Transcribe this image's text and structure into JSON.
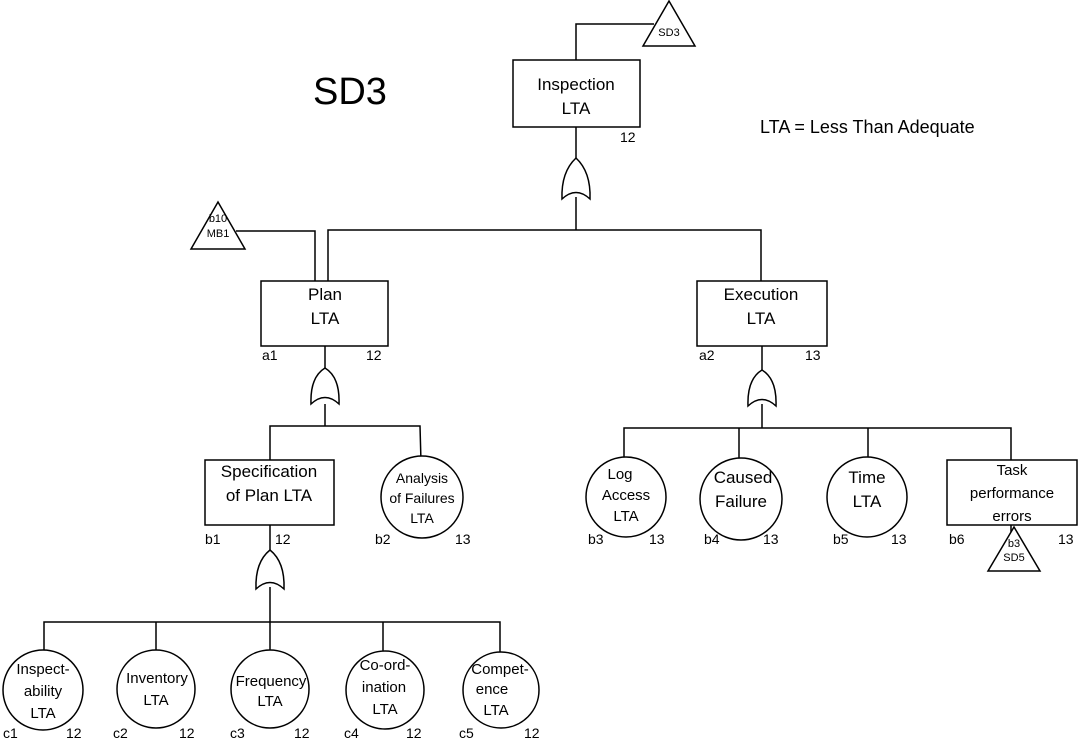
{
  "title": "SD3",
  "legend": "LTA = Less Than Adequate",
  "nodes": {
    "top": {
      "lines": [
        "Inspection",
        "LTA"
      ],
      "num": "12",
      "ref": "SD3"
    },
    "plan": {
      "lines": [
        "Plan",
        "LTA"
      ],
      "id": "a1",
      "num": "12",
      "ref_lines": [
        "b10",
        "MB1"
      ]
    },
    "execution": {
      "lines": [
        "Execution",
        "LTA"
      ],
      "id": "a2",
      "num": "13"
    },
    "spec": {
      "lines": [
        "Specification",
        "of Plan LTA"
      ],
      "id": "b1",
      "num": "12"
    },
    "analysis": {
      "lines": [
        "Analysis",
        "of Failures",
        "LTA"
      ],
      "id": "b2",
      "num": "13"
    },
    "log": {
      "lines": [
        "Log",
        "Access",
        "LTA"
      ],
      "id": "b3",
      "num": "13"
    },
    "caused": {
      "lines": [
        "Caused",
        "Failure"
      ],
      "id": "b4",
      "num": "13"
    },
    "time": {
      "lines": [
        "Time",
        "LTA"
      ],
      "id": "b5",
      "num": "13"
    },
    "task": {
      "lines": [
        "Task",
        "performance",
        "errors"
      ],
      "id": "b6",
      "num": "13",
      "ref_lines": [
        "b3",
        "SD5"
      ]
    },
    "inspect": {
      "lines": [
        "Inspect-",
        "ability",
        "LTA"
      ],
      "id": "c1",
      "num": "12"
    },
    "inventory": {
      "lines": [
        "Inventory",
        "LTA"
      ],
      "id": "c2",
      "num": "12"
    },
    "frequency": {
      "lines": [
        "Frequency",
        "LTA"
      ],
      "id": "c3",
      "num": "12"
    },
    "coord": {
      "lines": [
        "Co-ord-",
        "ination",
        "LTA"
      ],
      "id": "c4",
      "num": "12"
    },
    "competence": {
      "lines": [
        "Compet-",
        "ence",
        "LTA"
      ],
      "id": "c5",
      "num": "12"
    }
  }
}
